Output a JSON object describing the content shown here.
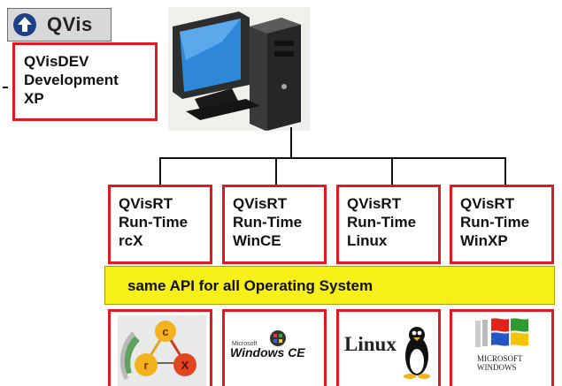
{
  "logo": {
    "text": "QVis"
  },
  "dev": {
    "lines": [
      "QVisDEV",
      "Development",
      "XP"
    ]
  },
  "runtimes": [
    {
      "lines": [
        "QVisRT",
        "Run-Time",
        "rcX"
      ]
    },
    {
      "lines": [
        "QVisRT",
        "Run-Time",
        "WinCE"
      ]
    },
    {
      "lines": [
        "QVisRT",
        "Run-Time",
        "Linux"
      ]
    },
    {
      "lines": [
        "QVisRT",
        "Run-Time",
        "WinXP"
      ]
    }
  ],
  "api_banner": "same  API for all Operating System",
  "os_logos": [
    {
      "icon": "rcx-logo-icon"
    },
    {
      "icon": "windows-ce-logo-icon",
      "text_small": "Microsoft",
      "text": "Windows CE"
    },
    {
      "icon": "linux-logo-icon",
      "text": "Linux"
    },
    {
      "icon": "windows-logo-icon",
      "text": "MICROSOFT",
      "text2": "WINDOWS"
    }
  ],
  "colors": {
    "border": "#e01822",
    "banner": "#f7ef18",
    "logo_bg": "#d8d8d8"
  }
}
